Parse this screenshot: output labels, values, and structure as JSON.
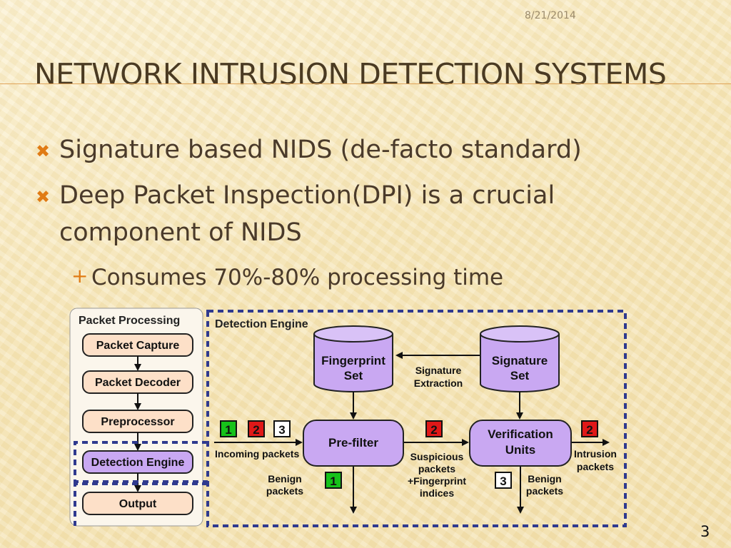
{
  "slide": {
    "date": "8/21/2014",
    "title": "NETWORK INTRUSION DETECTION SYSTEMS",
    "page_number": "3",
    "bullets": [
      "Signature based NIDS (de-facto standard)",
      "Deep Packet Inspection(DPI) is a crucial component of NIDS"
    ],
    "sub_bullets": [
      "Consumes 70%-80% processing time"
    ]
  },
  "diagram": {
    "packet_processing": {
      "title": "Packet Processing",
      "stages": [
        "Packet Capture",
        "Packet Decoder",
        "Preprocessor",
        "Detection Engine",
        "Output"
      ]
    },
    "detection_engine": {
      "title": "Detection Engine",
      "fingerprint_set": [
        "Fingerprint",
        "Set"
      ],
      "signature_set": [
        "Signature",
        "Set"
      ],
      "signature_extraction": [
        "Signature",
        "Extraction"
      ],
      "prefilter": "Pre-filter",
      "verification_units": [
        "Verification",
        "Units"
      ],
      "incoming_packets": "Incoming packets",
      "benign_packets": [
        "Benign",
        "packets"
      ],
      "suspicious": [
        "Suspicious",
        "packets",
        "+Fingerprint",
        "indices"
      ],
      "intrusion_packets": [
        "Intrusion",
        "packets"
      ],
      "packet_ids": [
        "1",
        "2",
        "3"
      ]
    },
    "colors": {
      "green": "#16c21a",
      "red": "#e01818",
      "purple": "#c9a8f2",
      "peach": "#fde0c8",
      "dashed_border": "#2f3a8f"
    }
  }
}
